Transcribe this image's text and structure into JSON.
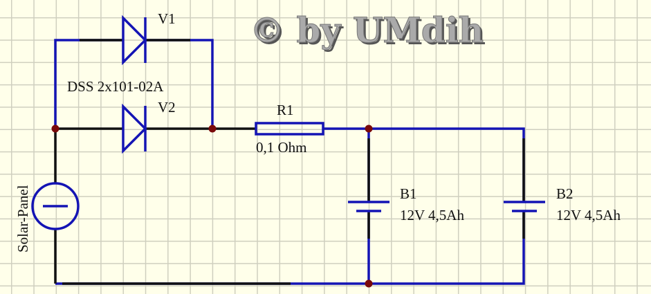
{
  "watermark": "© by UMdih",
  "components": {
    "diode_type": "DSS 2x101-02A",
    "v1": "V1",
    "v2": "V2",
    "r1": "R1",
    "r1_value": "0,1 Ohm",
    "b1": "B1",
    "b1_value": "12V 4,5Ah",
    "b2": "B2",
    "b2_value": "12V 4,5Ah",
    "source": "Solar-Panel"
  },
  "colors": {
    "wire": "#1414b4",
    "wire_black": "#111111",
    "junction": "#7a0a0a",
    "background": "#ffffea",
    "grid": "#cfcfbf"
  }
}
